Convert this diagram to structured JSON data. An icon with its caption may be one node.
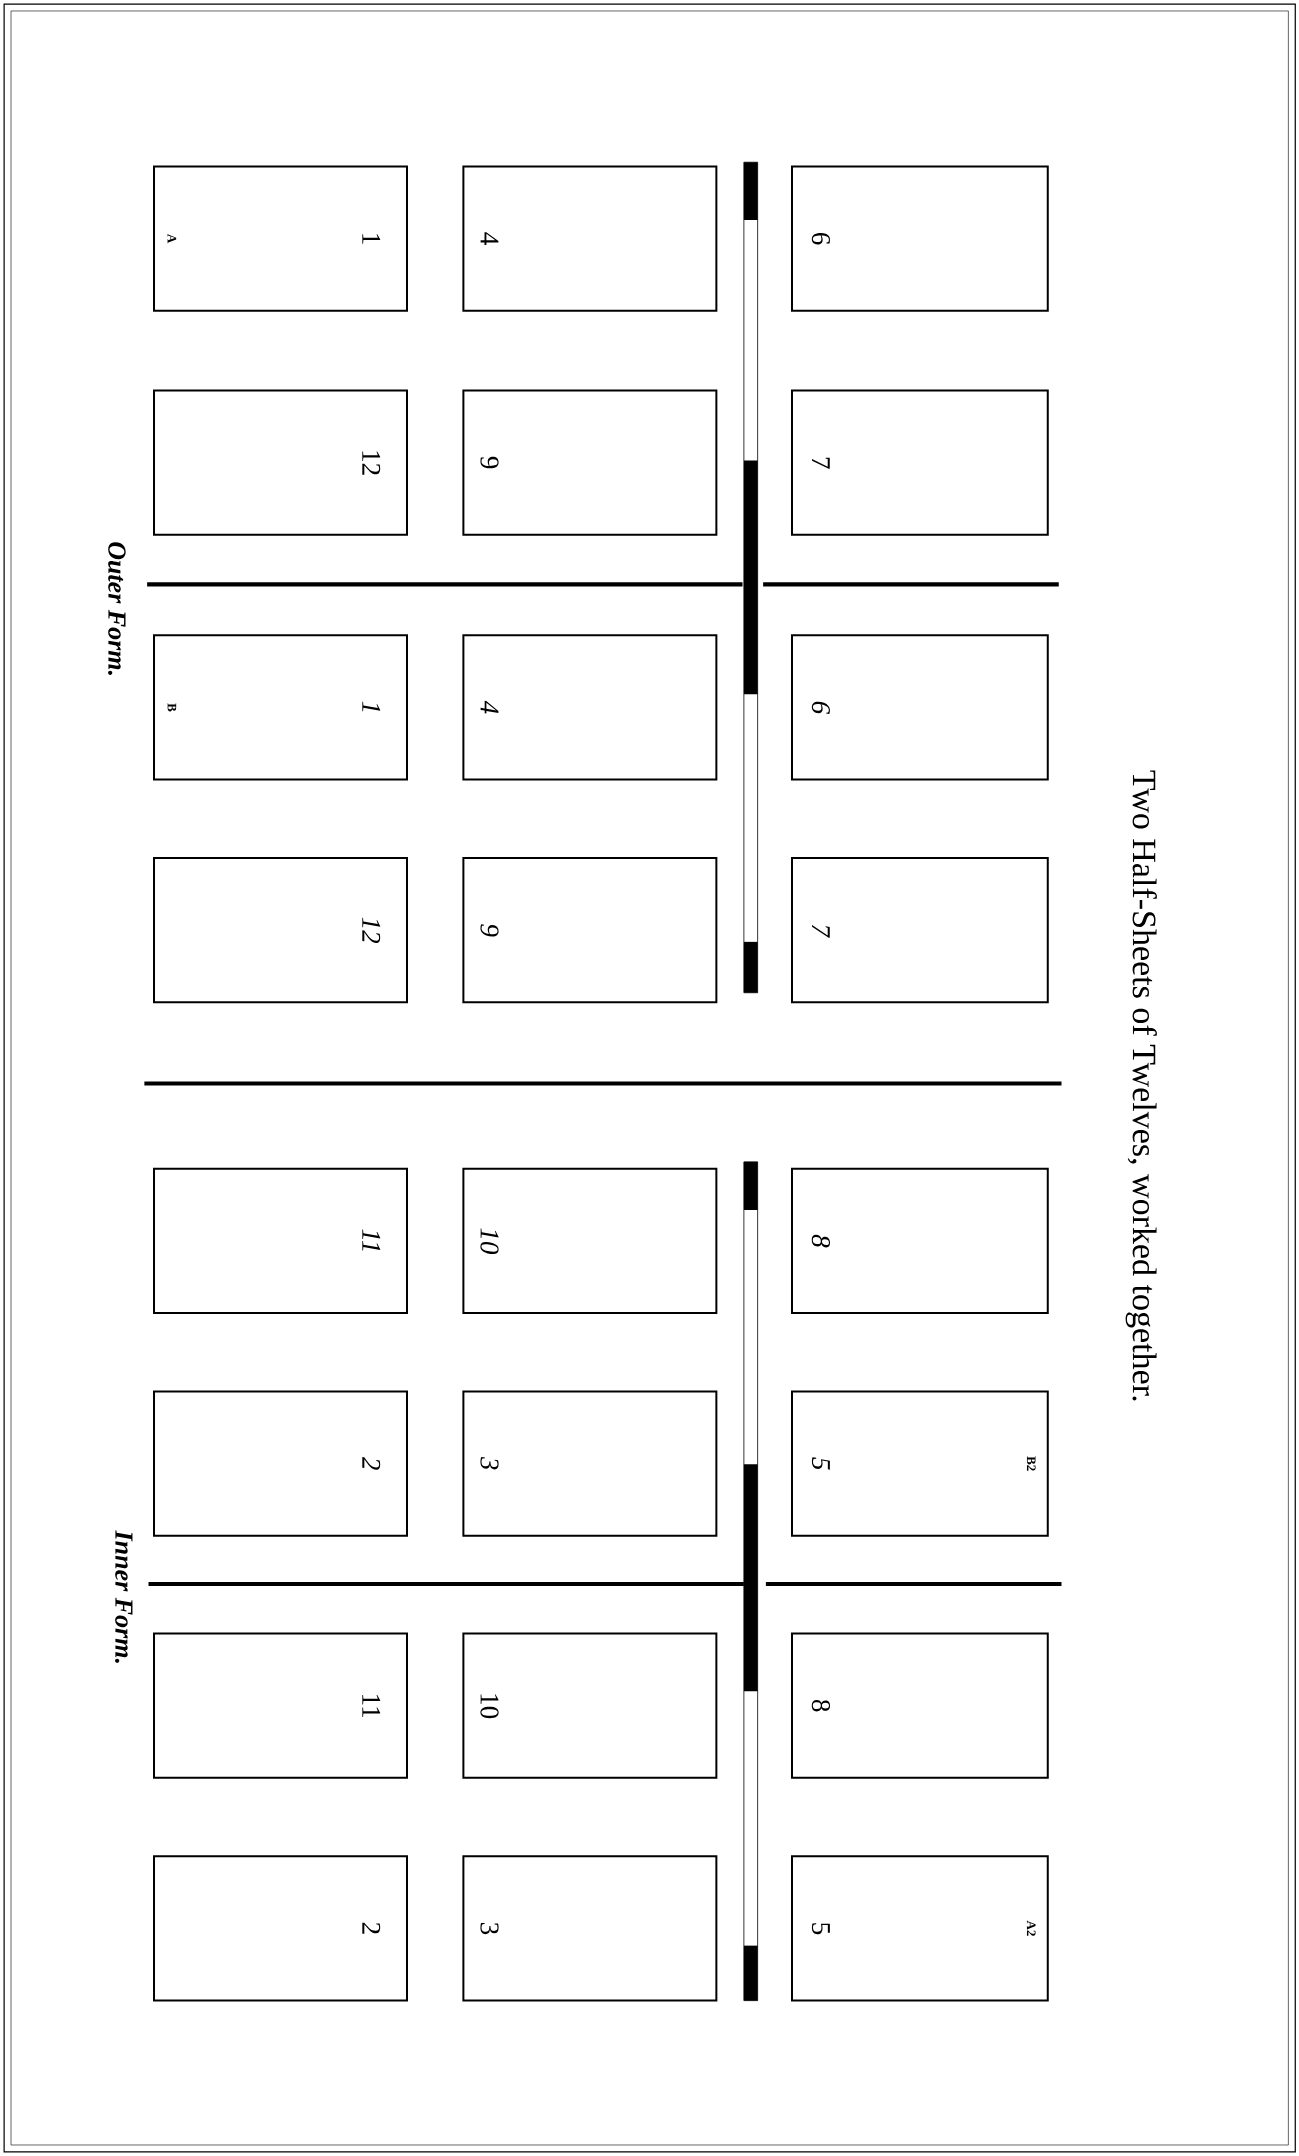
{
  "diagram": {
    "title": "Two Half-Sheets of Twelves, worked together.",
    "nodes": [
      {
        "text": [
          "1",
          "A"
        ]
      },
      {
        "text": [
          "4"
        ]
      },
      {
        "text": [
          "6"
        ]
      },
      {
        "text": [
          "12"
        ]
      },
      {
        "text": [
          "9"
        ]
      },
      {
        "text": [
          "7"
        ]
      },
      {
        "text": [
          "1",
          "B"
        ]
      },
      {
        "text": [
          "4"
        ]
      },
      {
        "text": [
          "6"
        ]
      },
      {
        "text": [
          "12"
        ]
      },
      {
        "text": [
          "9"
        ]
      },
      {
        "text": [
          "7"
        ]
      },
      {
        "text": [
          "11"
        ]
      },
      {
        "text": [
          "10"
        ]
      },
      {
        "text": [
          "8"
        ]
      },
      {
        "text": [
          "2"
        ]
      },
      {
        "text": [
          "3"
        ]
      },
      {
        "text": [
          "5",
          "B2"
        ]
      },
      {
        "text": [
          "11"
        ]
      },
      {
        "text": [
          "10"
        ]
      },
      {
        "text": [
          "8"
        ]
      },
      {
        "text": [
          "2"
        ]
      },
      {
        "text": [
          "3"
        ]
      },
      {
        "text": [
          "5",
          "A2"
        ]
      }
    ],
    "labels": [
      "Outer Form.",
      "Inner Form."
    ]
  }
}
